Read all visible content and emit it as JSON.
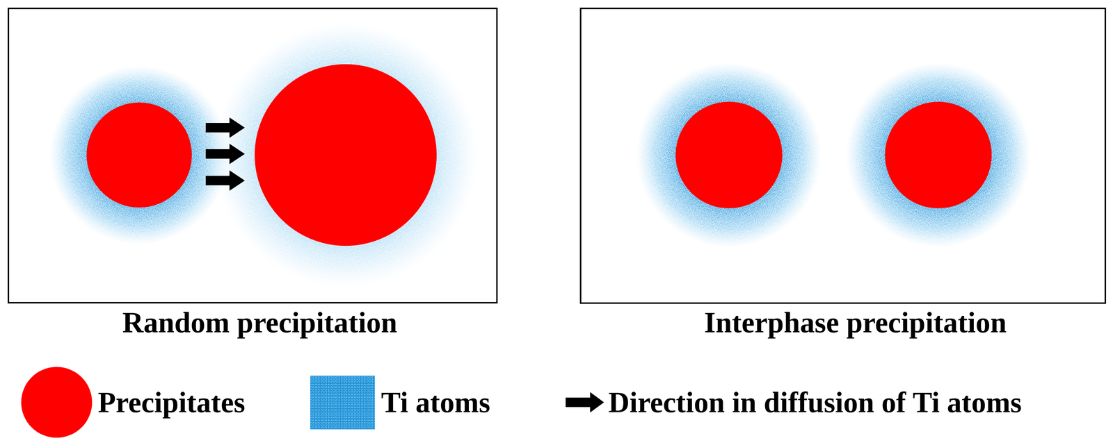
{
  "diagram": {
    "labels": [
      "Random precipitation",
      "Interphase precipitation"
    ],
    "legend": [
      {
        "text": "Precipitates",
        "color": "#ff0000"
      },
      {
        "text": "Ti atoms",
        "color": "#2a9ee0"
      },
      {
        "text": "Direction in diffusion of Ti atoms"
      }
    ]
  }
}
